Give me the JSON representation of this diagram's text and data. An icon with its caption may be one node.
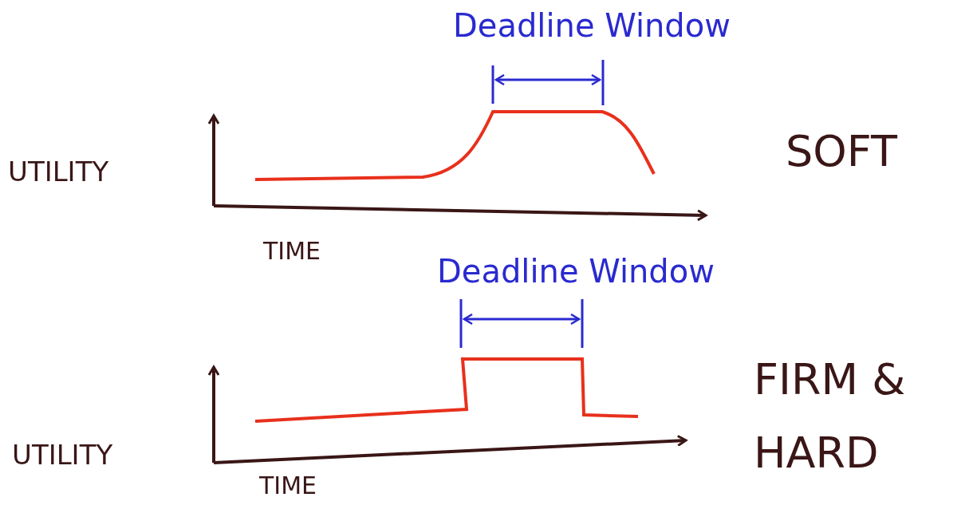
{
  "diagram": {
    "labels": [
      "Deadline Window",
      "UTILITY",
      "SOFT",
      "TIME",
      "Deadline Window",
      "FIRM & HARD",
      "UTILITY",
      "TIME"
    ]
  }
}
